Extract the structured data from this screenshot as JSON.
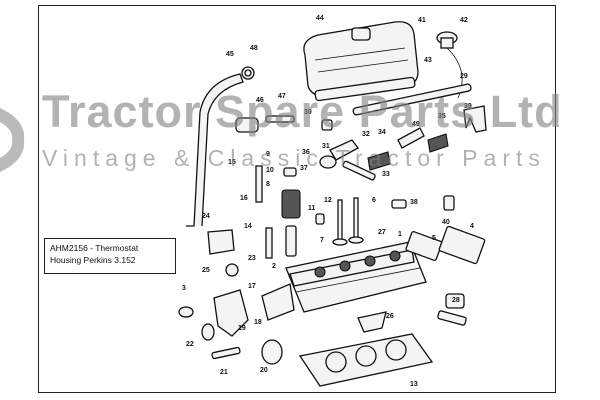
{
  "watermark": {
    "title": "Tractor Spare Parts Ltd",
    "subtitle": "Vintage & Classic Tractor Parts"
  },
  "part_label": {
    "line1": "AHM2156 - Thermostat",
    "line2": "Housing Perkins 3.152"
  },
  "callouts": [
    "44",
    "41",
    "42",
    "45",
    "48",
    "43",
    "29",
    "46",
    "47",
    "30",
    "39",
    "1",
    "31",
    "32",
    "34",
    "49",
    "35",
    "36",
    "9",
    "10",
    "8",
    "15",
    "37",
    "33",
    "16",
    "12",
    "6",
    "11",
    "5",
    "4",
    "14",
    "7",
    "38",
    "40",
    "27",
    "24",
    "2",
    "23",
    "25",
    "17",
    "3",
    "28",
    "18",
    "26",
    "22",
    "19",
    "20",
    "21",
    "13"
  ],
  "colors": {
    "line": "#111111",
    "watermark": "#828282",
    "background": "#ffffff"
  }
}
